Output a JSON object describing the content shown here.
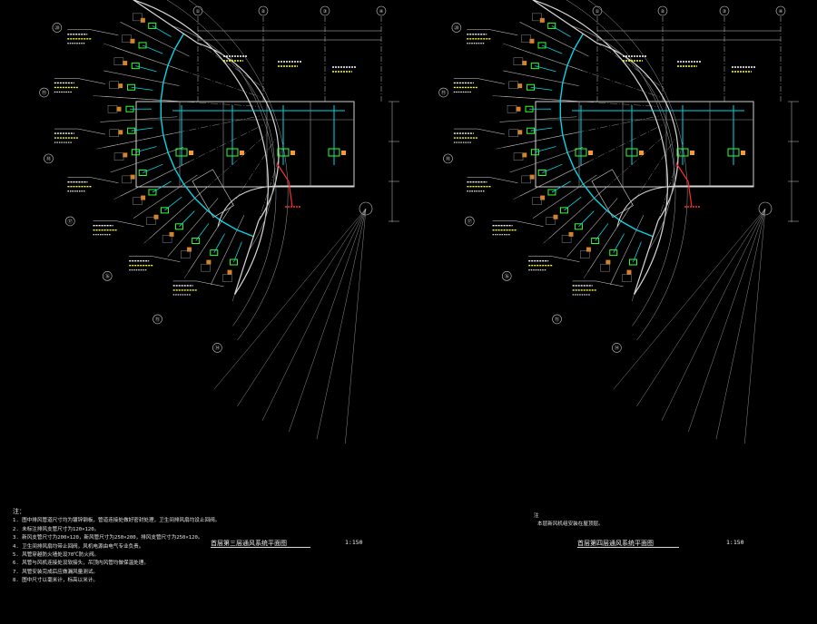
{
  "plans": [
    {
      "title": "首层第三层通风系统平面图",
      "scale": "1:150",
      "axes_top": [
        "①",
        "②",
        "③",
        "④"
      ],
      "axes_curve": [
        "⑭",
        "⑮",
        "⑯",
        "⑰",
        "⑱",
        "⑲",
        "⑳"
      ]
    },
    {
      "title": "首层第四层通风系统平面图",
      "scale": "1:150",
      "axes_top": [
        "①",
        "②",
        "③",
        "④"
      ],
      "axes_curve": [
        "⑭",
        "⑮",
        "⑯",
        "⑰",
        "⑱",
        "⑲",
        "⑳"
      ]
    }
  ],
  "notes": {
    "heading": "注：",
    "items": [
      "1. 图中排风管道尺寸均为镀锌钢板，管道连接处做好密封处理，卫生间排风扇均设止回阀。",
      "2. 未标注排风支管尺寸为120×120。",
      "3. 新风支管尺寸为200×120，新风管尺寸为250×200，排风支管尺寸为250×120。",
      "4. 卫生间排风扇均带止回阀，风机电源由电气专业负责。",
      "5. 风管穿越防火墙处设70℃防火阀。",
      "6. 风管与风机连接处设软接头，吊顶内风管均做保温处理。",
      "7. 风管安装完成后应做漏风量测试。",
      "8. 图中尺寸以毫米计，标高以米计。"
    ]
  },
  "note2": {
    "heading": "注",
    "text": "本层新风机组安装在屋顶层。"
  },
  "annotation_colors": {
    "duct": "#00d7e6",
    "label": "#ffffff",
    "tag": "#ffff33",
    "equipment": "#33ff33",
    "diffuser": "#ff9a2a",
    "accent": "#ff2a2a",
    "grid": "#c8c8c8"
  }
}
